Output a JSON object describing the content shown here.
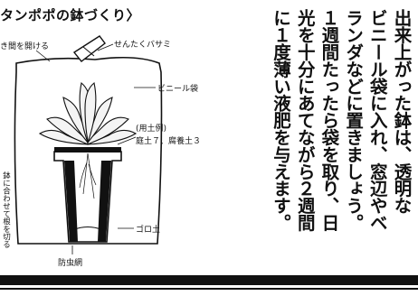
{
  "diagram": {
    "title": "タンポポの鉢づくり〉",
    "labels": {
      "gap_open": "き間を開ける",
      "clothespin": "せんたくバサミ",
      "vinyl_bag": "ビニール袋",
      "soil_example": "(用土例)",
      "soil_mix": "庭土７、腐養土３",
      "root_cut": "鉢に合わせて根を切る",
      "gravel": "ゴロ土",
      "insect_net": "防虫網"
    }
  },
  "body": {
    "lines": [
      "出来上がった鉢は、透明な",
      "ビニール袋に入れ、窓辺やベ",
      "ランダなどに置きましょう。",
      "１週間たったら袋を取り、日",
      "光を十分にあてながら２週間",
      "に１度薄い液肥を与えます。"
    ]
  }
}
